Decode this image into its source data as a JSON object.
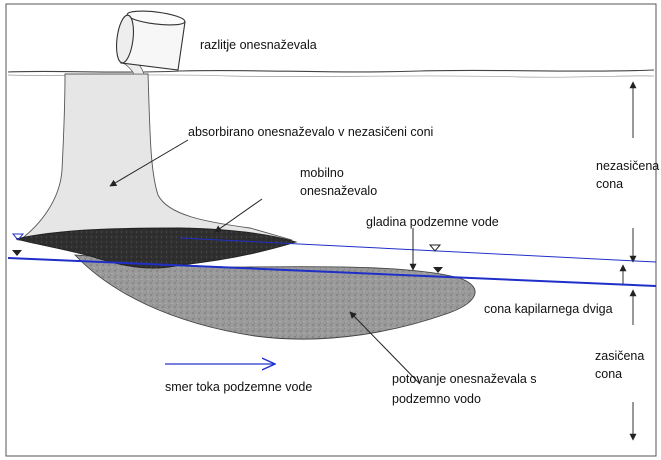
{
  "labels": {
    "spill": "razlitje onesnaževala",
    "absorbed": "absorbirano onesnaževalo v nezasičeni coni",
    "mobile_line1": "mobilno",
    "mobile_line2": "onesnaževalo",
    "unsaturated_line1": "nezasičena",
    "unsaturated_line2": "cona",
    "water_table": "gladina podzemne vode",
    "capillary": "cona kapilarnega dviga",
    "saturated_line1": "zasičena",
    "saturated_line2": "cona",
    "flow_direction": "smer toka podzemne vode",
    "transport_line1": "potovanje onesnaževala s",
    "transport_line2": "podzemno vodo"
  },
  "colors": {
    "water_table_line": "#1f2fc8",
    "flow_arrow": "#2233cc",
    "ink": "#222222",
    "plume_fill": "#8f8f8f",
    "mobile_fill": "#2e2e2e",
    "absorbed_fill": "#e4e4e4"
  }
}
